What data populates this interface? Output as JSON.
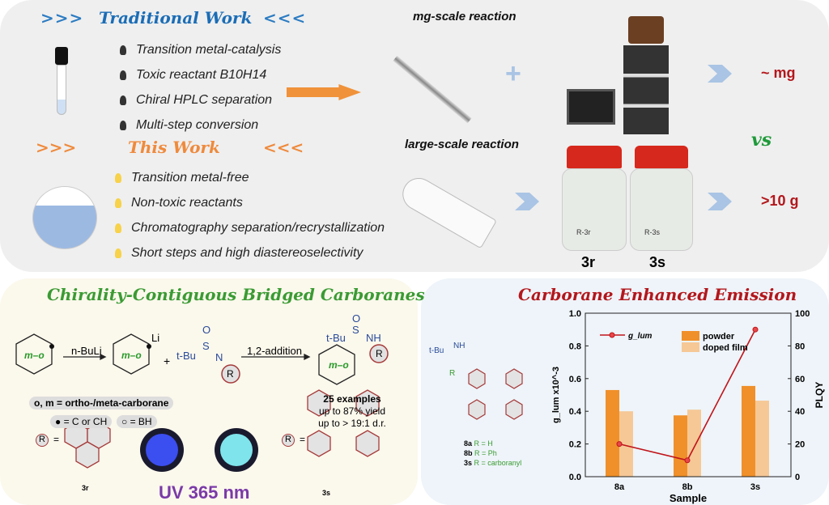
{
  "traditional": {
    "title": "Traditional Work",
    "arrows_left": ">>>",
    "arrows_right": "<<<",
    "items": [
      "Transition metal-catalysis",
      "Toxic reactant B10H14",
      "Chiral HPLC separation",
      "Multi-step conversion"
    ]
  },
  "this_work": {
    "title": "This Work",
    "arrows_left": ">>>",
    "arrows_right": "<<<",
    "items": [
      "Transition metal-free",
      "Non-toxic reactants",
      "Chromatography separation/recrystallization",
      "Short steps and high diastereoselectivity"
    ]
  },
  "mg_scale": {
    "label": "mg-scale reaction",
    "plus": "+",
    "result": "~ mg"
  },
  "large_scale": {
    "label": "large-scale reaction",
    "result": ">10 g",
    "bottles": [
      "3r",
      "3s"
    ],
    "bottle_labels": [
      "R-3r",
      "R-3s"
    ]
  },
  "vs": "vs",
  "synthesis": {
    "title": "Chirality-Contiguous Bridged Carboranes",
    "reagent": "n-BuLi",
    "li": "Li",
    "plus": "+",
    "tbu": "t-Bu",
    "s": "S",
    "o": "O",
    "n": "N",
    "nh": "NH",
    "r": "R",
    "mo": "m–o",
    "step2": "1,2-addition",
    "legend1": "o, m = ortho-/meta-carborane",
    "legend2_c": "● = C or CH",
    "legend2_b": "○ = BH",
    "examples": "25 examples",
    "yield": "up to 87% yield",
    "dr": "up to > 19:1 d.r.",
    "r_eq": "=",
    "label_3r": "3r",
    "label_3s": "3s",
    "uv": "UV 365 nm"
  },
  "emission": {
    "title": "Carborane Enhanced Emission",
    "compounds": [
      {
        "id": "8a",
        "r": "R = H"
      },
      {
        "id": "8b",
        "r": "R = Ph"
      },
      {
        "id": "3s",
        "r": "R = carboranyl"
      }
    ]
  },
  "chart_data": {
    "type": "bar",
    "categories": [
      "8a",
      "8b",
      "3s"
    ],
    "xlabel": "Sample",
    "ylabel": "g_lum x10^-3",
    "ylabel_right": "PLQY",
    "ylim": [
      0,
      1.0
    ],
    "ylim_right": [
      0,
      100
    ],
    "yticks": [
      "0.0",
      "0.2",
      "0.4",
      "0.6",
      "0.8",
      "1.0"
    ],
    "yticks_right": [
      "0",
      "20",
      "40",
      "60",
      "80",
      "100"
    ],
    "series": [
      {
        "name": "powder",
        "axis": "right",
        "type": "bar",
        "color": "#f0902a",
        "values": [
          53,
          37.5,
          55.5
        ]
      },
      {
        "name": "doped film",
        "axis": "right",
        "type": "bar",
        "color": "#f6c896",
        "values": [
          40,
          41,
          46.5
        ]
      },
      {
        "name": "g_lum",
        "axis": "left",
        "type": "line",
        "color": "#c0141a",
        "values": [
          0.2,
          0.1,
          0.9
        ]
      }
    ],
    "legend": "top-left and top-center"
  }
}
